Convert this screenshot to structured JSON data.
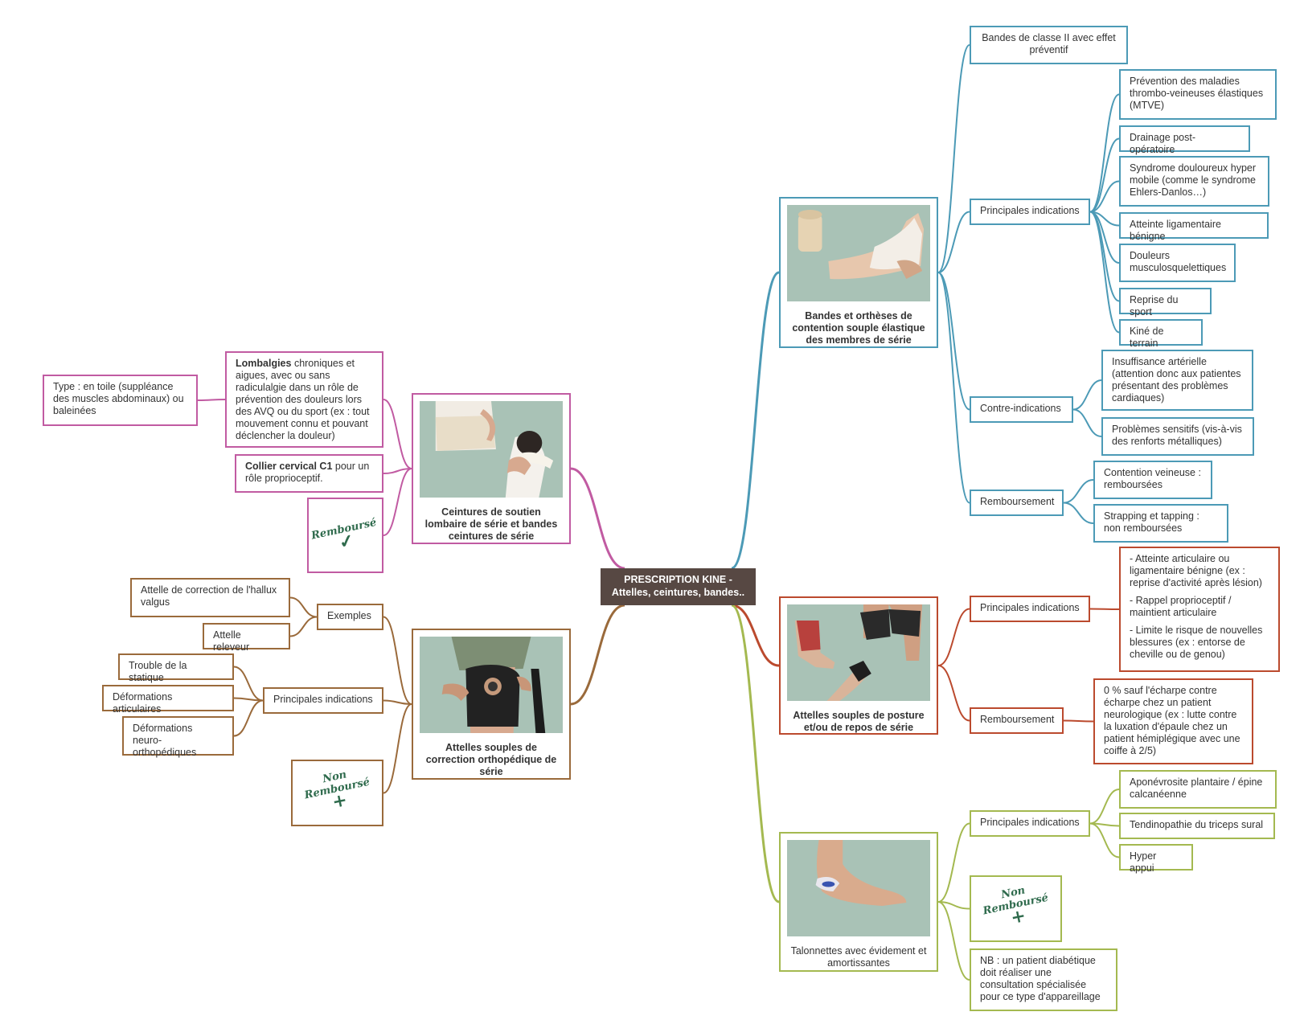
{
  "central": {
    "line1": "PRESCRIPTION KINE -",
    "line2": "Attelles, ceintures, bandes.."
  },
  "colors": {
    "pink": "#c15ba2",
    "brown": "#9a6a3b",
    "blue": "#4c9ab6",
    "red": "#bb4a2e",
    "green": "#a4b950",
    "central": "#574843"
  },
  "pink": {
    "topic": "Ceintures de soutien lombaire de série et bandes ceintures de série",
    "lombalgies_bold": "Lombalgies",
    "lombalgies_rest": " chroniques et aigues, avec ou sans radiculalgie dans un rôle de prévention des douleurs lors des AVQ ou du sport (ex : tout mouvement connu et pouvant déclencher la douleur)",
    "type": "Type : en toile (suppléance des muscles abdominaux) ou baleinées",
    "collier_bold": "Collier cervical C1",
    "collier_rest": " pour un rôle proprioceptif.",
    "stamp": "Remboursé",
    "stamp_icon": "check-mark-icon"
  },
  "brown": {
    "topic": "Attelles souples de correction orthopédique de série",
    "exemples": "Exemples",
    "ex_items": [
      "Attelle de correction de l'hallux valgus",
      "Attelle releveur"
    ],
    "indications": "Principales indications",
    "ind_items": [
      "Trouble de la statique",
      "Déformations articulaires",
      "Déformations neuro-orthopédiques"
    ],
    "stamp_line1": "Non",
    "stamp_line2": "Remboursé",
    "stamp_icon": "cross-mark-icon"
  },
  "blue": {
    "topic": "Bandes et orthèses de contention souple élastique des membres de série",
    "classe": "Bandes de classe II avec effet préventif",
    "indications": "Principales indications",
    "ind_items": [
      "Prévention des maladies thrombo-veineuses élastiques (MTVE)",
      "Drainage post-opératoire",
      "Syndrome douloureux hyper mobile (comme le syndrome Ehlers-Danlos…)",
      "Atteinte ligamentaire bénigne",
      "Douleurs musculosquelettiques",
      "Reprise du sport",
      "Kiné de terrain"
    ],
    "contre": "Contre-indications",
    "contre_items": [
      "Insuffisance artérielle (attention donc aux patientes présentant des problèmes cardiaques)",
      "Problèmes sensitifs (vis-à-vis des renforts métalliques)"
    ],
    "rembours": "Remboursement",
    "rembours_items": [
      "Contention veineuse : remboursées",
      "Strapping et tapping : non remboursées"
    ]
  },
  "red": {
    "topic": "Attelles souples de posture et/ou de repos de série",
    "indications": "Principales indications",
    "ind_paras": [
      "- Atteinte articulaire ou ligamentaire bénigne (ex : reprise d'activité après lésion)",
      "- Rappel proprioceptif / maintient articulaire",
      "- Limite le risque de nouvelles blessures (ex : entorse de cheville ou de genou)"
    ],
    "rembours": "Remboursement",
    "rembours_text": "0 % sauf l'écharpe contre écharpe chez un patient neurologique (ex : lutte contre la luxation d'épaule chez un patient hémiplégique avec une coiffe à 2/5)"
  },
  "green": {
    "topic": "Talonnettes avec évidement et amortissantes",
    "indications": "Principales indications",
    "ind_items": [
      "Aponévrosite plantaire / épine calcanéenne",
      "Tendinopathie du triceps sural",
      "Hyper appui"
    ],
    "stamp_line1": "Non",
    "stamp_line2": "Remboursé",
    "stamp_icon": "cross-mark-icon",
    "nb": "NB : un patient diabétique doit réaliser une consultation spécialisée pour ce type d'appareillage"
  }
}
